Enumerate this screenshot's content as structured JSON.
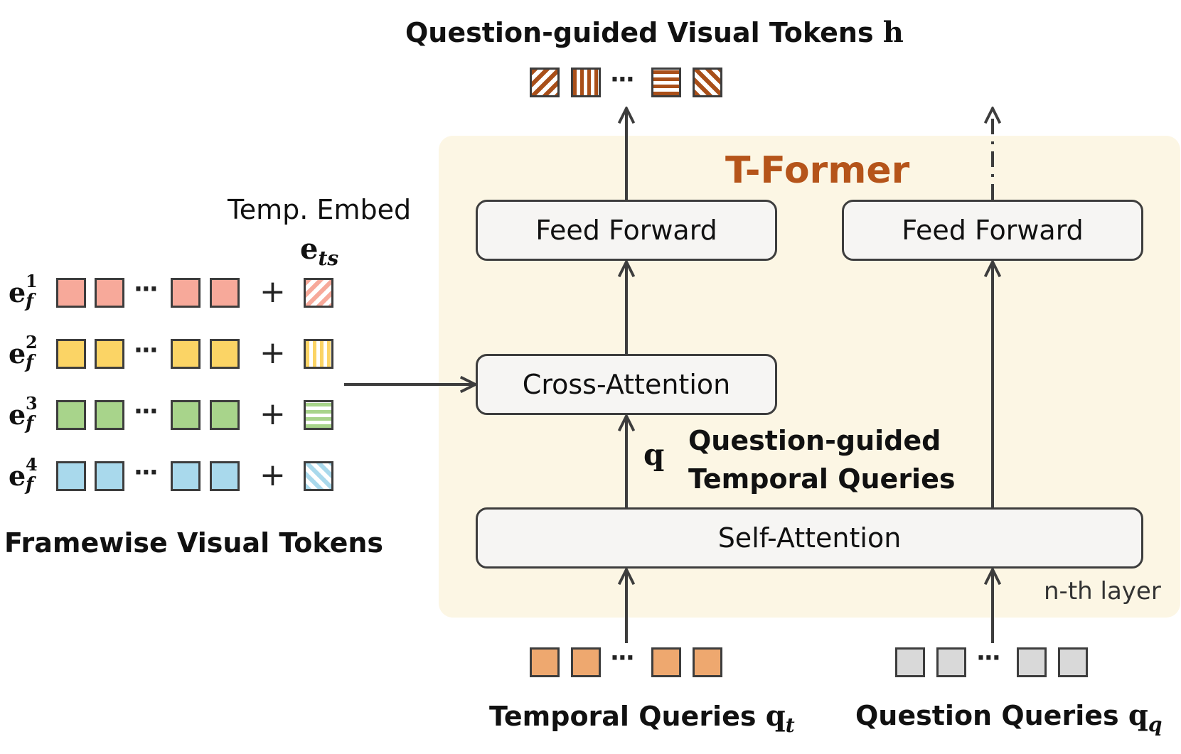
{
  "title": "Question-guided Visual Tokens",
  "title_var": "h",
  "tformer_label": "T-Former",
  "temp_embed_label": "Temp. Embed",
  "temp_embed_var": "e",
  "temp_embed_sub": "ts",
  "ef_var": "e",
  "ef_sub": "f",
  "ef_rows": [
    {
      "sup": "1",
      "color": "#f7a99a",
      "pattern": "diag-rl"
    },
    {
      "sup": "2",
      "color": "#fbd465",
      "pattern": "vert"
    },
    {
      "sup": "3",
      "color": "#a8d48b",
      "pattern": "horiz"
    },
    {
      "sup": "4",
      "color": "#a9d9ec",
      "pattern": "diag-lr"
    }
  ],
  "framewise_label": "Framewise Visual Tokens",
  "feed_forward_left": "Feed Forward",
  "feed_forward_right": "Feed Forward",
  "cross_attention": "Cross-Attention",
  "self_attention": "Self-Attention",
  "q_var": "q",
  "qgtq_line1": "Question-guided",
  "qgtq_line2": "Temporal Queries",
  "layer_label": "n-th layer",
  "temporal_queries_label": "Temporal Queries",
  "temporal_queries_var": "q",
  "temporal_queries_sub": "t",
  "question_queries_label": "Question Queries",
  "question_queries_var": "q",
  "question_queries_sub": "q",
  "dots": "···",
  "plus": "+",
  "colors": {
    "panel": "#fcf6e4",
    "tformer": "#b5541a",
    "output_token": "#a94f19",
    "temporal_token": "#eea86f",
    "question_token": "#d9d9d9",
    "line": "#3d3d3d"
  }
}
